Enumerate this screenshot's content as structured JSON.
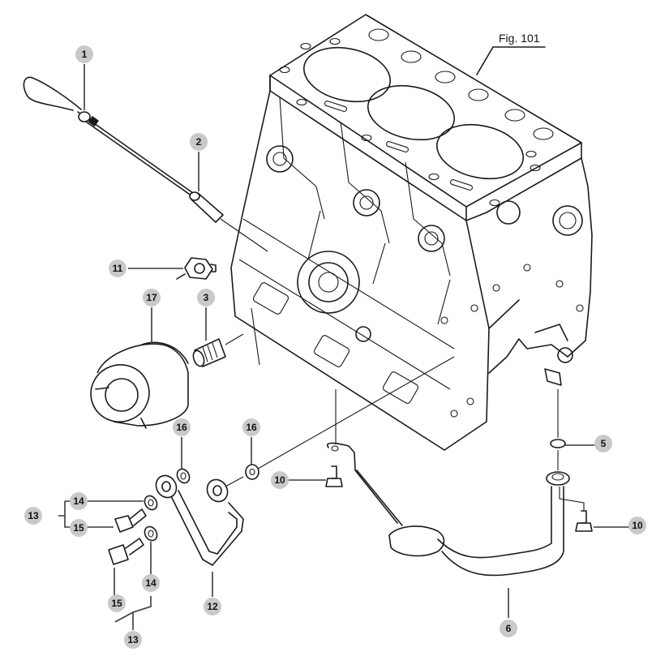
{
  "figure": {
    "label": "Fig. 101",
    "title": "Cylinder block exploded parts view"
  },
  "colors": {
    "line": "#1a1a1a",
    "callout_bubble": "#c9c9c9",
    "background": "#ffffff"
  },
  "callouts": [
    {
      "id": "c1",
      "number": "1",
      "part": "dipstick"
    },
    {
      "id": "c2",
      "number": "2",
      "part": "dipstick-guide"
    },
    {
      "id": "c11",
      "number": "11",
      "part": "oil-pressure-switch"
    },
    {
      "id": "c17",
      "number": "17",
      "part": "oil-filter"
    },
    {
      "id": "c3",
      "number": "3",
      "part": "filter-nipple"
    },
    {
      "id": "c16a",
      "number": "16",
      "part": "gasket-washer"
    },
    {
      "id": "c16b",
      "number": "16",
      "part": "gasket-washer"
    },
    {
      "id": "c14a",
      "number": "14",
      "part": "washer"
    },
    {
      "id": "c15a",
      "number": "15",
      "part": "banjo-bolt"
    },
    {
      "id": "c13a",
      "number": "13",
      "part": "bolt-set"
    },
    {
      "id": "c10a",
      "number": "10",
      "part": "flange-bolt"
    },
    {
      "id": "c5",
      "number": "5",
      "part": "o-ring"
    },
    {
      "id": "c10b",
      "number": "10",
      "part": "flange-bolt"
    },
    {
      "id": "c15b",
      "number": "15",
      "part": "banjo-bolt"
    },
    {
      "id": "c14b",
      "number": "14",
      "part": "washer"
    },
    {
      "id": "c13b",
      "number": "13",
      "part": "bolt-set"
    },
    {
      "id": "c12",
      "number": "12",
      "part": "oil-pipe"
    },
    {
      "id": "c6",
      "number": "6",
      "part": "oil-strainer-pipe"
    }
  ]
}
